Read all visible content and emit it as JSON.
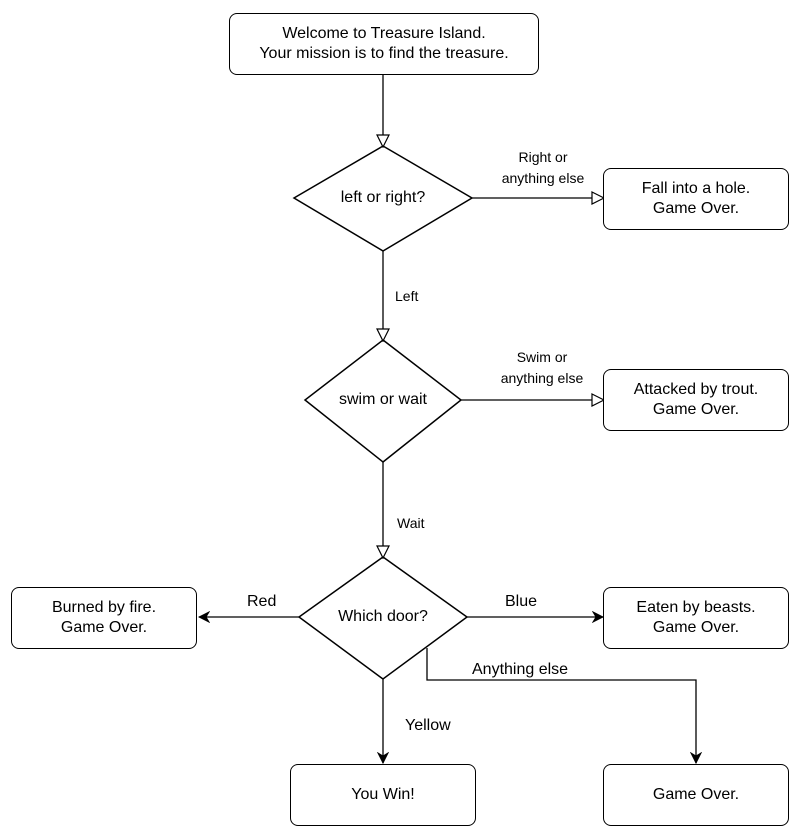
{
  "nodes": {
    "start": {
      "line1": "Welcome to Treasure Island.",
      "line2": "Your mission is to find the treasure."
    },
    "decision1": "left or right?",
    "hole": {
      "line1": "Fall into a hole.",
      "line2": "Game Over."
    },
    "decision2": "swim or wait",
    "trout": {
      "line1": "Attacked by trout.",
      "line2": "Game Over."
    },
    "decision3": "Which door?",
    "fire": {
      "line1": "Burned by fire.",
      "line2": "Game Over."
    },
    "beasts": {
      "line1": "Eaten by beasts.",
      "line2": "Game Over."
    },
    "win": "You Win!",
    "gameover": "Game Over."
  },
  "edges": {
    "right_or_else": {
      "line1": "Right or",
      "line2": "anything else"
    },
    "left": "Left",
    "swim_or_else": {
      "line1": "Swim or",
      "line2": "anything else"
    },
    "wait": "Wait",
    "red": "Red",
    "blue": "Blue",
    "anything_else": "Anything else",
    "yellow": "Yellow"
  }
}
